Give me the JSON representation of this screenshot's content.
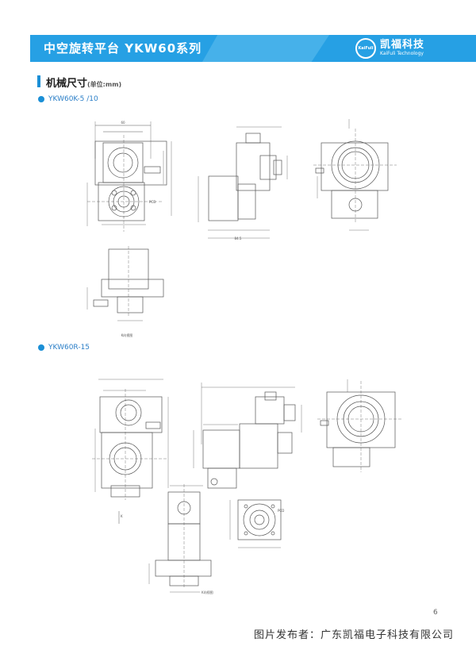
{
  "header": {
    "title": "中空旋转平台 YKW60系列",
    "logo_emblem": "KaiFuli",
    "logo_cn": "凯福科技",
    "logo_en": "KaiFuli Technology"
  },
  "section": {
    "title": "机械尺寸",
    "unit": "(单位:mm)"
  },
  "models": [
    {
      "label": "YKW60K-5 /10"
    },
    {
      "label": "YKW60R-15"
    }
  ],
  "drawing_labels": {
    "k_side": "K向视图",
    "k_side2": "K向视图",
    "pcd": "PCD",
    "pcd2": "PCD",
    "k": "K",
    "dim_60": "60",
    "dim_84": "84.5"
  },
  "page_number": "6",
  "footer": "图片发布者：广东凯福电子科技有限公司",
  "colors": {
    "banner": "#26a0e4",
    "accent": "#1b8fd6"
  }
}
